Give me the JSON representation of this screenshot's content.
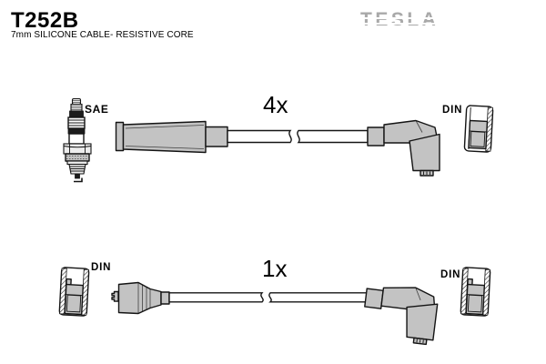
{
  "header": {
    "part_number": "T252B",
    "subtitle": "7mm SILICONE CABLE- RESISTIVE CORE",
    "brand": "TESLA"
  },
  "top_assembly": {
    "quantity_label": "4x",
    "plug_end_label": "SAE",
    "terminal_end_label": "DIN"
  },
  "bottom_assembly": {
    "quantity_label": "1x",
    "left_end_label": "DIN",
    "right_end_label": "DIN"
  },
  "colors": {
    "background": "#ffffff",
    "part_fill": "#c3c3c3",
    "outline": "#141414",
    "logo_gray": "#a9a9a9"
  },
  "icons": {
    "spark_plug": "spark-plug-icon",
    "straight_boot": "straight-boot-icon",
    "angled_boot": "angled-boot-icon",
    "distributor_boot": "distributor-boot-icon",
    "din_connector": "din-connector-icon",
    "cable_break": "cable-break-icon"
  }
}
